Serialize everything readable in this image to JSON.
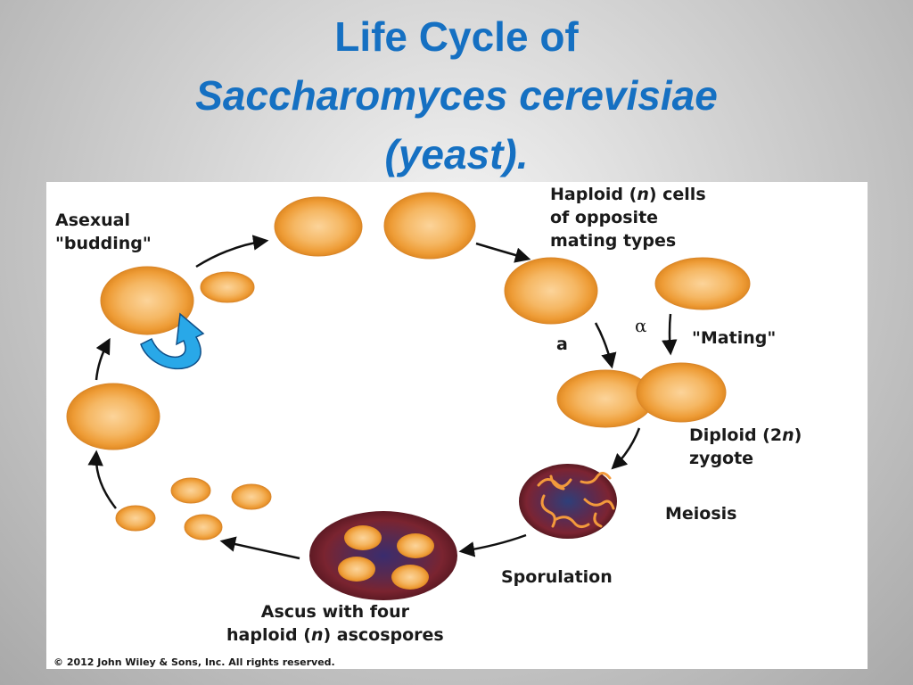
{
  "title": {
    "line1": "Life Cycle of",
    "line2": "Saccharomyces cerevisiae",
    "line3": "(yeast)."
  },
  "labels": {
    "asexual_line1": "Asexual",
    "asexual_line2": "\"budding\"",
    "haploid_line1_pre": "Haploid (",
    "haploid_line1_n": "n",
    "haploid_line1_post": ") cells",
    "haploid_line2": "of opposite",
    "haploid_line3": "mating types",
    "mating_type_a": "a",
    "mating_type_alpha": "α",
    "mating": "\"Mating\"",
    "diploid_line1_pre": "Diploid (2",
    "diploid_line1_n": "n",
    "diploid_line1_post": ")",
    "diploid_line2": "zygote",
    "meiosis": "Meiosis",
    "sporulation": "Sporulation",
    "ascus_line1": "Ascus with four",
    "ascus_line2_pre": "haploid (",
    "ascus_line2_n": "n",
    "ascus_line2_post": ") ascospores"
  },
  "copyright": "© 2012 John Wiley & Sons, Inc. All rights reserved.",
  "colors": {
    "title": "#1570c2",
    "cell_fill": "#f0a23e",
    "cell_center": "#fcd49a",
    "ascus": "#7a2430",
    "recycle_arrow": "#29a8e8"
  }
}
